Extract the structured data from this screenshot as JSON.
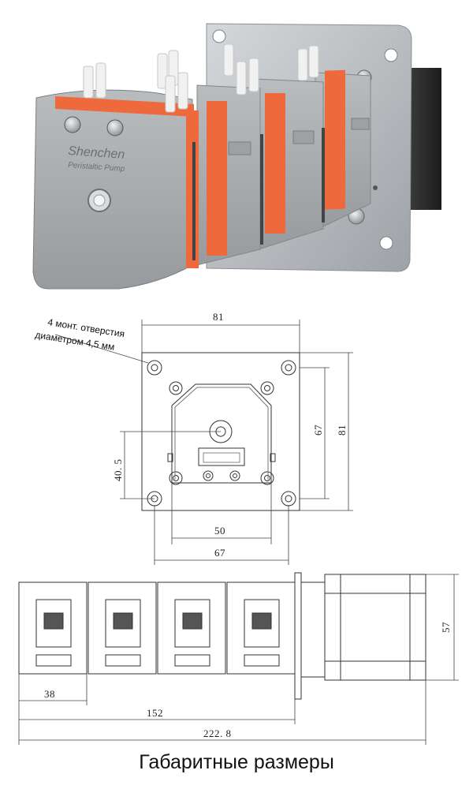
{
  "photo": {
    "brand": "Shenchen",
    "model": "Peristaltic Pump"
  },
  "front_view": {
    "note_line1": "4 монт. отверстия",
    "note_line2": "диаметром 4,5 мм",
    "dim_top_width": "81",
    "dim_right_height_outer": "81",
    "dim_right_height_inner": "67",
    "dim_left_height": "40. 5",
    "dim_bottom_inner": "50",
    "dim_bottom_outer": "67"
  },
  "side_view": {
    "dim_height": "57",
    "dim_head_width": "38",
    "dim_heads_length": "152",
    "dim_total_length": "222. 8"
  },
  "caption": "Габаритные размеры",
  "colors": {
    "housing_gray": "#a9acaf",
    "tube_orange": "#ee6a3c",
    "plate_steel": "#b9bcc0",
    "line": "#333333"
  }
}
